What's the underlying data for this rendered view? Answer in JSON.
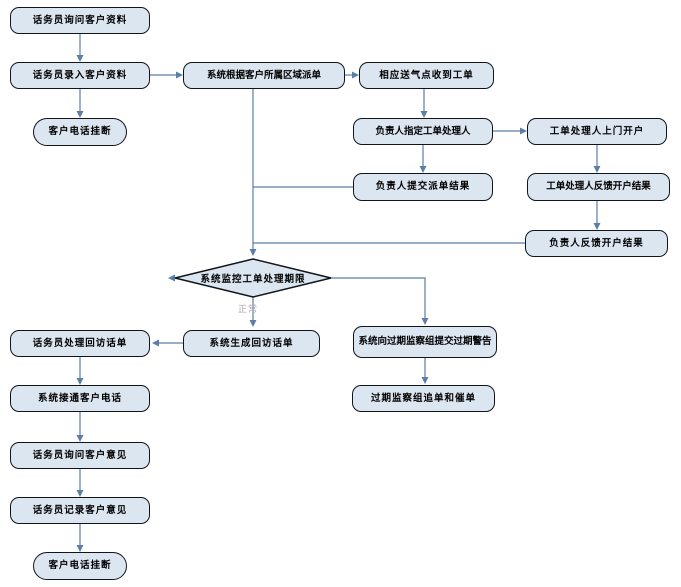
{
  "colors": {
    "node_fill": "#dce6f1",
    "node_border": "#10151c",
    "connector": "#5b7ea6",
    "text": "#000000",
    "branch_label_gray": "#a9a4ae",
    "background": "#ffffff"
  },
  "nodes": [
    {
      "id": "ask-customer-info",
      "shape": "rect",
      "label": "话务员询问客户资料"
    },
    {
      "id": "enter-customer-info",
      "shape": "rect",
      "label": "话务员录入客户资料"
    },
    {
      "id": "hangup-top",
      "shape": "stadium",
      "label": "客户电话挂断"
    },
    {
      "id": "dispatch-by-region",
      "shape": "rect",
      "label": "系统根据客户所属区域派单"
    },
    {
      "id": "gas-point-receive",
      "shape": "rect",
      "label": "相应送气点收到工单"
    },
    {
      "id": "assign-handler",
      "shape": "rect",
      "label": "负责人指定工单处理人"
    },
    {
      "id": "handler-visit-open",
      "shape": "rect",
      "label": "工单处理人上门开户"
    },
    {
      "id": "submit-dispatch-result",
      "shape": "rect",
      "label": "负责人提交派单结果"
    },
    {
      "id": "handler-feedback-result",
      "shape": "rect",
      "label": "工单处理人反馈开户结果"
    },
    {
      "id": "leader-feedback-result",
      "shape": "rect",
      "label": "负责人反馈开户结果"
    },
    {
      "id": "monitor-deadline",
      "shape": "diamond",
      "label": "系统监控工单处理期限"
    },
    {
      "id": "generate-callback-ticket",
      "shape": "rect",
      "label": "系统生成回访话单"
    },
    {
      "id": "overdue-warning",
      "shape": "rect",
      "label": "系统向过期监察组提交过期警告"
    },
    {
      "id": "overdue-chase",
      "shape": "rect",
      "label": "过期监察组追单和催单"
    },
    {
      "id": "handle-callback-ticket",
      "shape": "rect",
      "label": "话务员处理回访话单"
    },
    {
      "id": "connect-customer-phone",
      "shape": "rect",
      "label": "系统接通客户电话"
    },
    {
      "id": "ask-customer-opinion",
      "shape": "rect",
      "label": "话务员询问客户意见"
    },
    {
      "id": "record-customer-opinion",
      "shape": "rect",
      "label": "话务员记录客户意见"
    },
    {
      "id": "hangup-bottom",
      "shape": "stadium",
      "label": "客户电话挂断"
    }
  ],
  "edge_labels": {
    "normal_branch": "正常"
  }
}
